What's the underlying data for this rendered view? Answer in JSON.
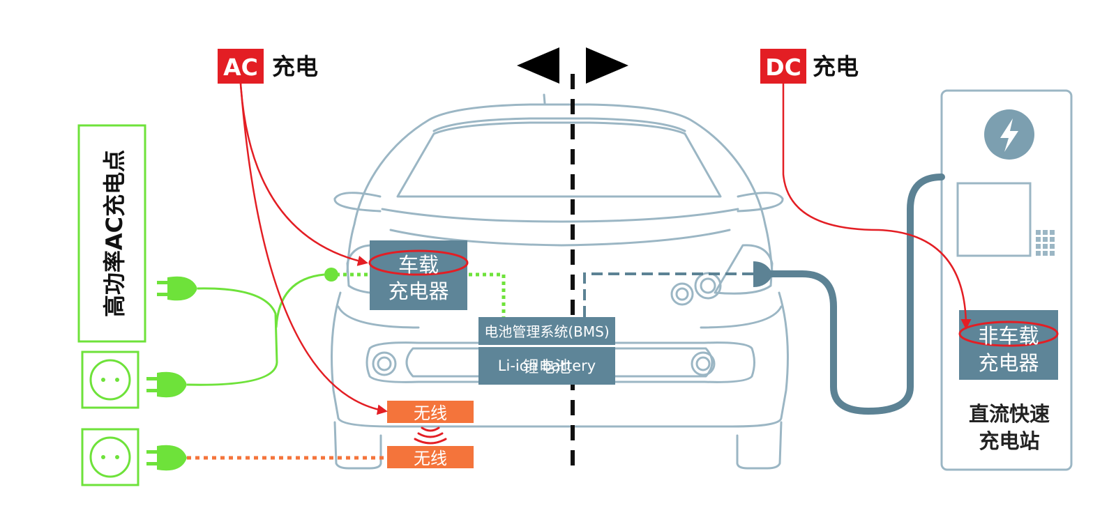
{
  "labels": {
    "ac_badge": "AC",
    "ac_title": "充电",
    "dc_badge": "DC",
    "dc_title": "充电",
    "high_power_ac_point": "高功率AC充电点",
    "onboard_charger_line1": "车载",
    "onboard_charger_line2": "充电器",
    "bms": "电池管理系统(BMS)",
    "battery_overlap_en": "Li-ion battery",
    "battery_overlap_cn": "锂电池",
    "wireless_top": "无线",
    "wireless_bottom": "无线",
    "offboard_charger_line1": "非车载",
    "offboard_charger_line2": "充电器",
    "station_line1": "直流快速",
    "station_line2": "充电站"
  },
  "colors": {
    "red": "#e31e24",
    "green": "#6ee23a",
    "car_outline": "#9bb6c4",
    "slate_box": "#5e8598",
    "orange": "#f4743b",
    "cable": "#5c8294",
    "black": "#111111"
  },
  "icons": [
    "lightning-icon",
    "keypad-icon",
    "outlet-icon",
    "plug-icon",
    "wireless-waves-icon",
    "direction-arrows-icon"
  ]
}
